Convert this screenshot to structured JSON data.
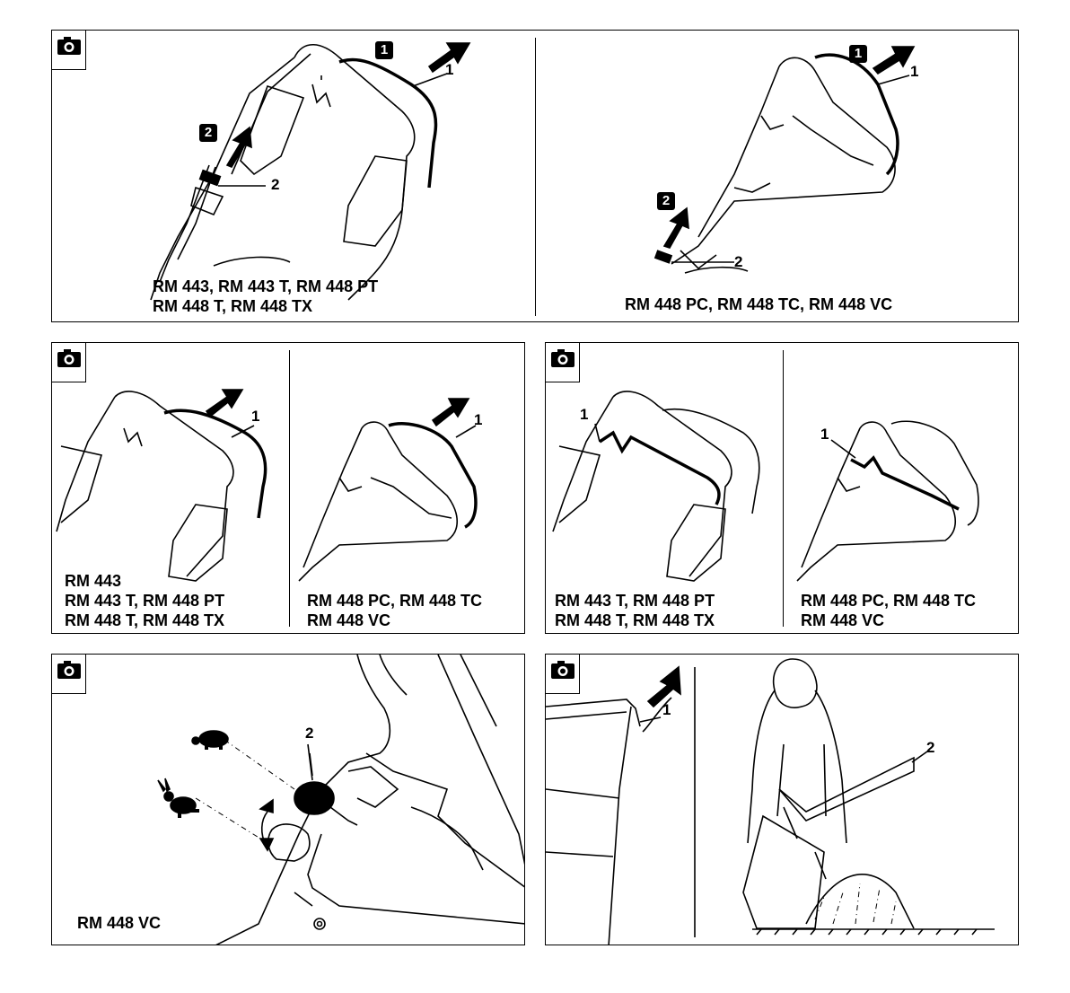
{
  "icon": "camera-icon",
  "panel_a": {
    "left": {
      "captions": [
        "RM 443, RM 443 T, RM 448 PT",
        "RM 448 T, RM 448 TX"
      ],
      "step1": "1",
      "step2": "2",
      "callout1": "1",
      "callout2": "2"
    },
    "right": {
      "captions": [
        "RM 448 PC, RM 448 TC, RM 448 VC"
      ],
      "step1": "1",
      "step2": "2",
      "callout1": "1",
      "callout2": "2"
    }
  },
  "panel_b": {
    "left": {
      "captions": [
        "RM 443",
        "RM 443 T, RM 448 PT",
        "RM 448 T, RM 448 TX"
      ],
      "callout1": "1"
    },
    "right": {
      "captions": [
        "RM 448 PC, RM 448 TC",
        "RM 448 VC"
      ],
      "callout1": "1"
    }
  },
  "panel_c": {
    "left": {
      "captions": [
        "RM 443 T, RM 448 PT",
        "RM 448 T, RM 448 TX"
      ],
      "callout1": "1"
    },
    "right": {
      "captions": [
        "RM 448 PC, RM 448 TC",
        "RM 448 VC"
      ],
      "callout1": "1"
    }
  },
  "panel_d": {
    "captions": [
      "RM 448 VC"
    ],
    "callout2": "2",
    "icons": [
      "turtle-icon",
      "rabbit-icon"
    ]
  },
  "panel_e": {
    "callout1": "1",
    "callout2": "2"
  }
}
